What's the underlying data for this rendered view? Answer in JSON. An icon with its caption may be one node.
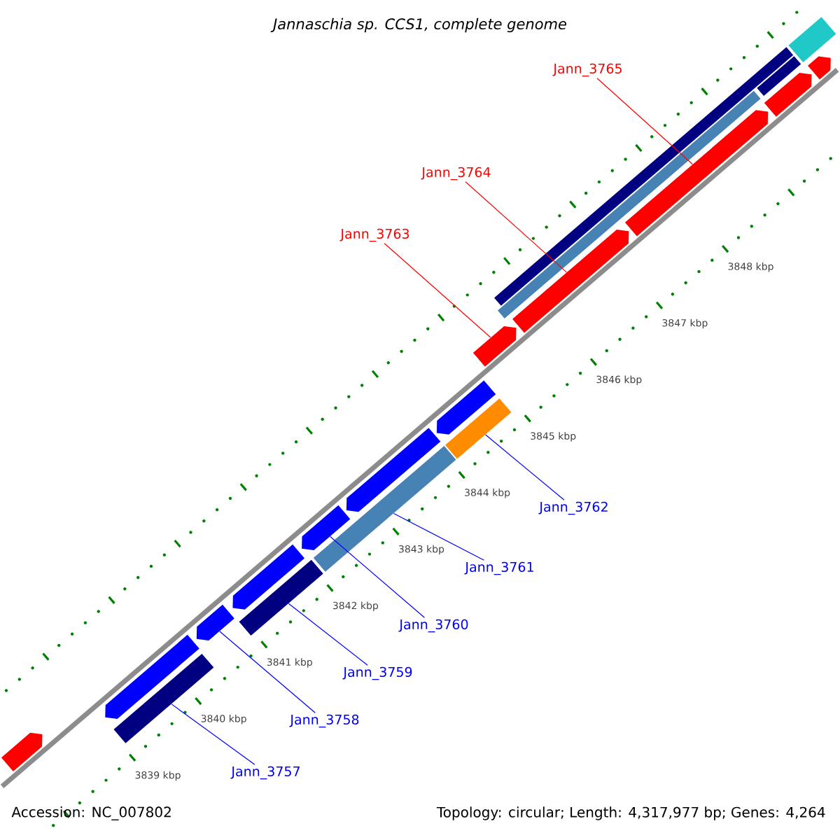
{
  "diagram": {
    "title": "Jannaschia sp. CCS1, complete genome",
    "nodes": [
      {
        "text": [
          "Jann_3765"
        ]
      },
      {
        "text": [
          "Jann_3764"
        ]
      },
      {
        "text": [
          "Jann_3763"
        ]
      },
      {
        "text": [
          "Jann_3762"
        ]
      },
      {
        "text": [
          "Jann_3761"
        ]
      },
      {
        "text": [
          "Jann_3760"
        ]
      },
      {
        "text": [
          "Jann_3759"
        ]
      },
      {
        "text": [
          "Jann_3758"
        ]
      },
      {
        "text": [
          "Jann_3757"
        ]
      },
      {
        "text": [],
        "shape": "arrow"
      },
      {
        "text": [],
        "shape": "arrow"
      },
      {
        "text": [],
        "shape": "arrow"
      },
      {
        "text": [],
        "shape": "bar"
      },
      {
        "text": [],
        "shape": "bar"
      },
      {
        "text": [],
        "shape": "arrow"
      },
      {
        "text": [],
        "shape": "bar"
      },
      {
        "text": [],
        "shape": "arrow"
      },
      {
        "text": [],
        "shape": "bar"
      },
      {
        "text": [],
        "shape": "arrow"
      },
      {
        "text": [],
        "shape": "arrow"
      },
      {
        "text": [],
        "shape": "arrow"
      },
      {
        "text": [],
        "shape": "arrow"
      },
      {
        "text": [],
        "shape": "arrow"
      },
      {
        "text": [],
        "shape": "arrow"
      },
      {
        "text": [],
        "shape": "bar"
      },
      {
        "text": [],
        "shape": "bar"
      },
      {
        "text": [],
        "shape": "arrow"
      },
      {
        "text": [],
        "shape": "bar"
      },
      {
        "text": [],
        "shape": "bar"
      }
    ],
    "edges": [
      {
        "from": 0,
        "to": 9,
        "arrow": "none",
        "color": "#ff0000"
      },
      {
        "from": 1,
        "to": 10,
        "arrow": "none",
        "color": "#ff0000"
      },
      {
        "from": 2,
        "to": 11,
        "arrow": "none",
        "color": "#ff0000"
      },
      {
        "from": 3,
        "to": 12,
        "arrow": "none"
      },
      {
        "from": 4,
        "to": 13,
        "arrow": "none"
      },
      {
        "from": 5,
        "to": 14,
        "arrow": "none"
      },
      {
        "from": 6,
        "to": 15,
        "arrow": "none"
      },
      {
        "from": 7,
        "to": 16,
        "arrow": "none"
      },
      {
        "from": 8,
        "to": 17,
        "arrow": "none"
      }
    ],
    "labels": [
      "3848 kbp",
      "3847 kbp",
      "3846 kbp",
      "3845 kbp",
      "3844 kbp",
      "3843 kbp",
      "3842 kbp",
      "3841 kbp",
      "3840 kbp",
      "3839 kbp",
      "Accession: NC_007802",
      "Topology: circular; Length: 4,317,977 bp; Genes: 4,264"
    ]
  }
}
